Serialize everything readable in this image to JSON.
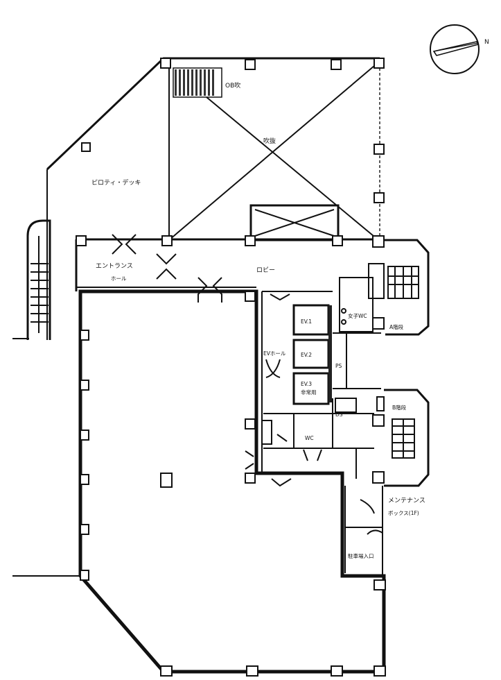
{
  "labels": {
    "compass_north": "N",
    "atrium": "吹抜",
    "upper": "OB吹",
    "pilotis": "ピロティ・デッキ",
    "entrance": "エントランス",
    "entrance_sub": "ホール",
    "lobby": "ロビー",
    "ev1": "EV.1",
    "ev2": "EV.2",
    "ev3": "EV.3",
    "ev3_sub": "非常用",
    "ev_hall": "EVホール",
    "ps": "PS",
    "ds": "DS",
    "wc": "WC",
    "toilet_ladies": "女子WC",
    "stair_a": "A階段",
    "stair_b": "B階段",
    "maintenance": "メンテナンス",
    "maintenance_sub": "ボックス(1F)",
    "parking": "駐車場入口"
  }
}
